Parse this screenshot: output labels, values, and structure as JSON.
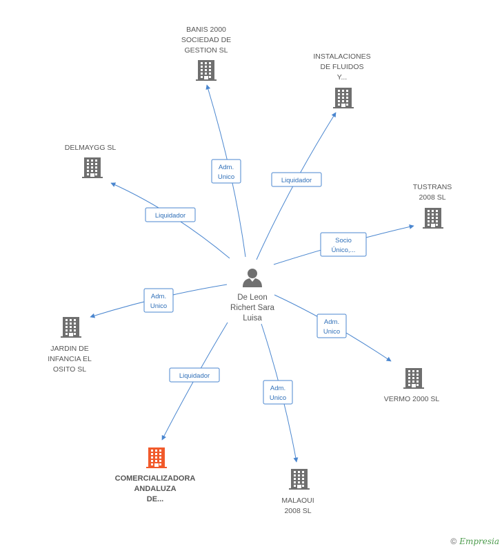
{
  "center": {
    "lines": [
      "De Leon",
      "Richert Sara",
      "Luisa"
    ]
  },
  "colors": {
    "edge": "#4a86cf",
    "building": "#6f6f6f",
    "building_highlight": "#f15a2b"
  },
  "nodes": [
    {
      "id": "banis",
      "lines": [
        "BANIS 2000",
        "SOCIEDAD DE",
        "GESTION SL"
      ],
      "badge": [
        "Adm.",
        "Unico"
      ]
    },
    {
      "id": "instalaciones",
      "lines": [
        "INSTALACIONES",
        "DE FLUIDOS",
        "Y..."
      ],
      "badge": [
        "Liquidador"
      ]
    },
    {
      "id": "delmaygg",
      "lines": [
        "DELMAYGG SL"
      ],
      "badge": [
        "Liquidador"
      ]
    },
    {
      "id": "tustrans",
      "lines": [
        "TUSTRANS",
        "2008 SL"
      ],
      "badge": [
        "Socio",
        "Único,..."
      ]
    },
    {
      "id": "jardin",
      "lines": [
        "JARDIN DE",
        "INFANCIA EL",
        "OSITO SL"
      ],
      "badge": [
        "Adm.",
        "Unico"
      ]
    },
    {
      "id": "vermo",
      "lines": [
        "VERMO 2000 SL"
      ],
      "badge": [
        "Adm.",
        "Unico"
      ]
    },
    {
      "id": "comercializadora",
      "lines": [
        "COMERCIALIZADORA",
        "ANDALUZA",
        "DE..."
      ],
      "badge": [
        "Liquidador"
      ],
      "highlight": true
    },
    {
      "id": "malaoui",
      "lines": [
        "MALAOUI",
        "2008 SL"
      ],
      "badge": [
        "Adm.",
        "Unico"
      ]
    }
  ],
  "footer": {
    "copyright": "©",
    "brand": "Empresia"
  }
}
